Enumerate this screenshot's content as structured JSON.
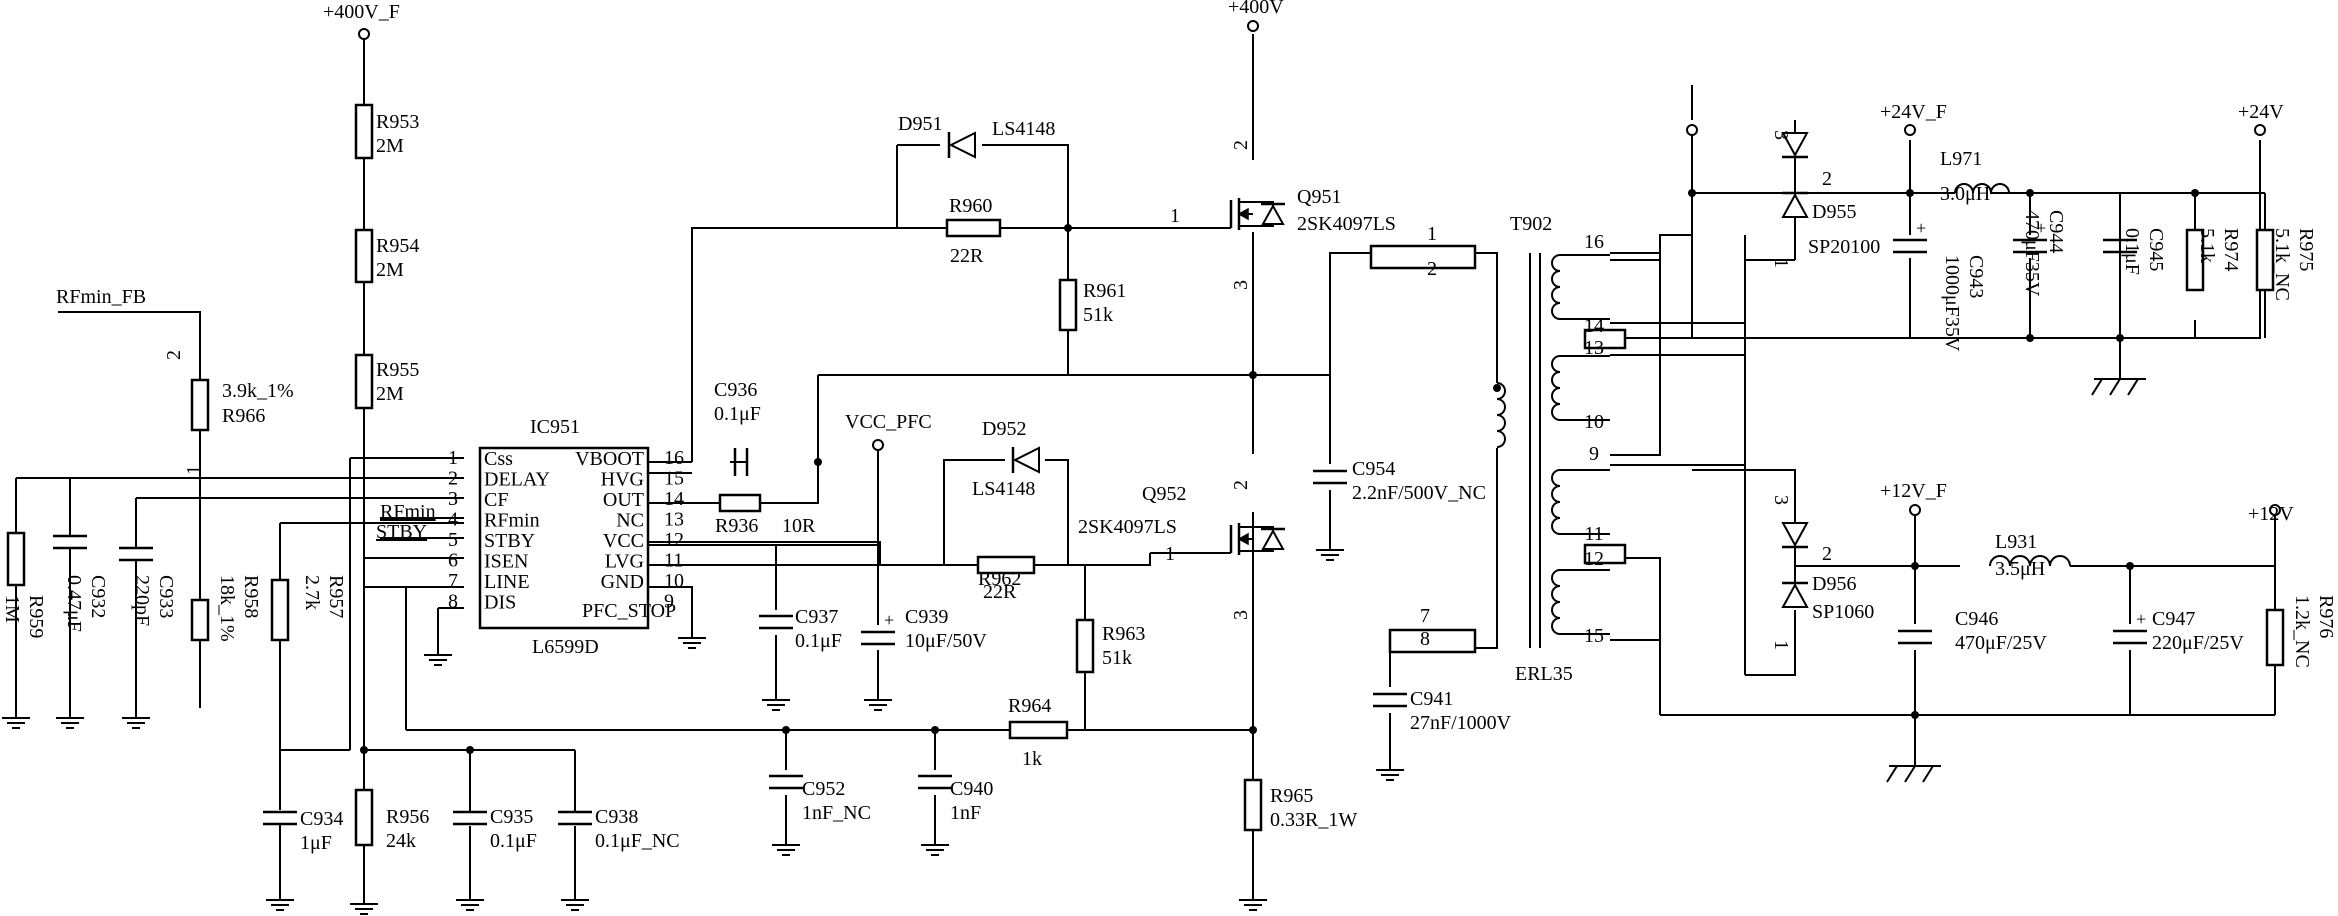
{
  "rails": {
    "v400f": "+400V_F",
    "v400": "+400V",
    "v24f": "+24V_F",
    "v24": "+24V",
    "v12f": "+12V_F",
    "v12": "+12V",
    "vcc_pfc": "VCC_PFC",
    "rfmin_fb": "RFmin_FB"
  },
  "ic": {
    "ref": "IC951",
    "part": "L6599D",
    "left_pins": [
      {
        "num": "1",
        "name": "Css"
      },
      {
        "num": "2",
        "name": "DELAY"
      },
      {
        "num": "3",
        "name": "CF"
      },
      {
        "num": "4",
        "name": "RFmin"
      },
      {
        "num": "5",
        "name": "STBY"
      },
      {
        "num": "6",
        "name": "ISEN"
      },
      {
        "num": "7",
        "name": "LINE"
      },
      {
        "num": "8",
        "name": "DIS"
      }
    ],
    "right_pins": [
      {
        "num": "16",
        "name": "VBOOT"
      },
      {
        "num": "15",
        "name": "HVG"
      },
      {
        "num": "14",
        "name": "OUT"
      },
      {
        "num": "13",
        "name": "NC"
      },
      {
        "num": "12",
        "name": "VCC"
      },
      {
        "num": "11",
        "name": "LVG"
      },
      {
        "num": "10",
        "name": "GND"
      },
      {
        "num": "9",
        "name": "PFC_STOP"
      }
    ],
    "ext_labels": [
      "RFmin",
      "STBY"
    ]
  },
  "components": {
    "R953": {
      "ref": "R953",
      "value": "2M"
    },
    "R954": {
      "ref": "R954",
      "value": "2M"
    },
    "R955": {
      "ref": "R955",
      "value": "2M"
    },
    "R956": {
      "ref": "R956",
      "value": "24k"
    },
    "R957": {
      "ref": "R957",
      "value": "2.7k"
    },
    "R958": {
      "ref": "R958",
      "value": "18k_1%"
    },
    "R959": {
      "ref": "R959",
      "value": "1M"
    },
    "R960": {
      "ref": "R960",
      "value": "22R"
    },
    "R961": {
      "ref": "R961",
      "value": "51k"
    },
    "R962": {
      "ref": "R962",
      "value": "22R"
    },
    "R963": {
      "ref": "R963",
      "value": "51k"
    },
    "R964": {
      "ref": "R964",
      "value": "1k"
    },
    "R965": {
      "ref": "R965",
      "value": "0.33R_1W"
    },
    "R966": {
      "ref": "R966",
      "value": "3.9k_1%"
    },
    "R936": {
      "ref": "R936",
      "value": "10R"
    },
    "R974": {
      "ref": "R974",
      "value": "5.1k"
    },
    "R975": {
      "ref": "R975",
      "value": "5.1k_NC"
    },
    "R976": {
      "ref": "R976",
      "value": "1.2k_NC"
    },
    "C932": {
      "ref": "C932",
      "value": "0.47μF"
    },
    "C933": {
      "ref": "C933",
      "value": "220pF"
    },
    "C934": {
      "ref": "C934",
      "value": "1μF"
    },
    "C935": {
      "ref": "C935",
      "value": "0.1μF"
    },
    "C936": {
      "ref": "C936",
      "value": "0.1μF"
    },
    "C937": {
      "ref": "C937",
      "value": "0.1μF"
    },
    "C938": {
      "ref": "C938",
      "value": "0.1μF_NC"
    },
    "C939": {
      "ref": "C939",
      "value": "10μF/50V"
    },
    "C940": {
      "ref": "C940",
      "value": "1nF"
    },
    "C941": {
      "ref": "C941",
      "value": "27nF/1000V"
    },
    "C943": {
      "ref": "C943",
      "value": "1000μF35V"
    },
    "C944": {
      "ref": "C944",
      "value": "470μF35V"
    },
    "C945": {
      "ref": "C945",
      "value": "0.1μF"
    },
    "C946": {
      "ref": "C946",
      "value": "470μF/25V"
    },
    "C947": {
      "ref": "C947",
      "value": "220μF/25V"
    },
    "C952": {
      "ref": "C952",
      "value": "1nF_NC"
    },
    "C954": {
      "ref": "C954",
      "value": "2.2nF/500V_NC"
    },
    "D951": {
      "ref": "D951",
      "value": "LS4148"
    },
    "D952": {
      "ref": "D952",
      "value": "LS4148"
    },
    "D955": {
      "ref": "D955",
      "value": "SP20100"
    },
    "D956": {
      "ref": "D956",
      "value": "SP1060"
    },
    "L971": {
      "ref": "L971",
      "value": "3.0μH"
    },
    "L931": {
      "ref": "L931",
      "value": "3.5μH"
    },
    "Q951": {
      "ref": "Q951",
      "value": "2SK4097LS"
    },
    "Q952": {
      "ref": "Q952",
      "value": "2SK4097LS"
    },
    "T902": {
      "ref": "T902",
      "value": "ERL35"
    }
  },
  "pin_numbers": {
    "r966_top": "2",
    "r966_bot": "1",
    "q951_d": "2",
    "q951_g": "1",
    "q951_s": "3",
    "q952_d": "2",
    "q952_g": "1",
    "q952_s": "3",
    "d955_a": "3",
    "d955_k": "2",
    "d955_b": "1",
    "d956_a": "3",
    "d956_k": "2",
    "d956_b": "1",
    "t902": [
      "1",
      "2",
      "7",
      "8",
      "16",
      "14",
      "13",
      "10",
      "9",
      "11",
      "12",
      "15"
    ]
  },
  "polarity_mark": "+"
}
